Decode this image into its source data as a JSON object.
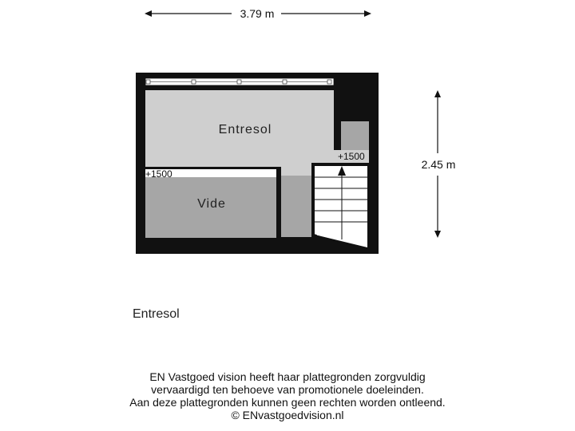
{
  "dimensions": {
    "width_label": "3.79 m",
    "height_label": "2.45 m"
  },
  "rooms": {
    "entresol_label": "Entresol",
    "vide_label": "Vide"
  },
  "levels": {
    "vide_level": "+1500",
    "stair_level": "+1500"
  },
  "floor_caption": "Entresol",
  "disclaimer": [
    "EN Vastgoed vision heeft haar plattegronden zorgvuldig",
    "vervaardigd ten behoeve van promotionele doeleinden.",
    "Aan deze plattegronden kunnen geen rechten worden ontleend.",
    "© ENvastgoedvision.nl"
  ],
  "colors": {
    "wall": "#111111",
    "floor_light": "#cfcfcf",
    "floor_dark": "#a6a6a6"
  }
}
